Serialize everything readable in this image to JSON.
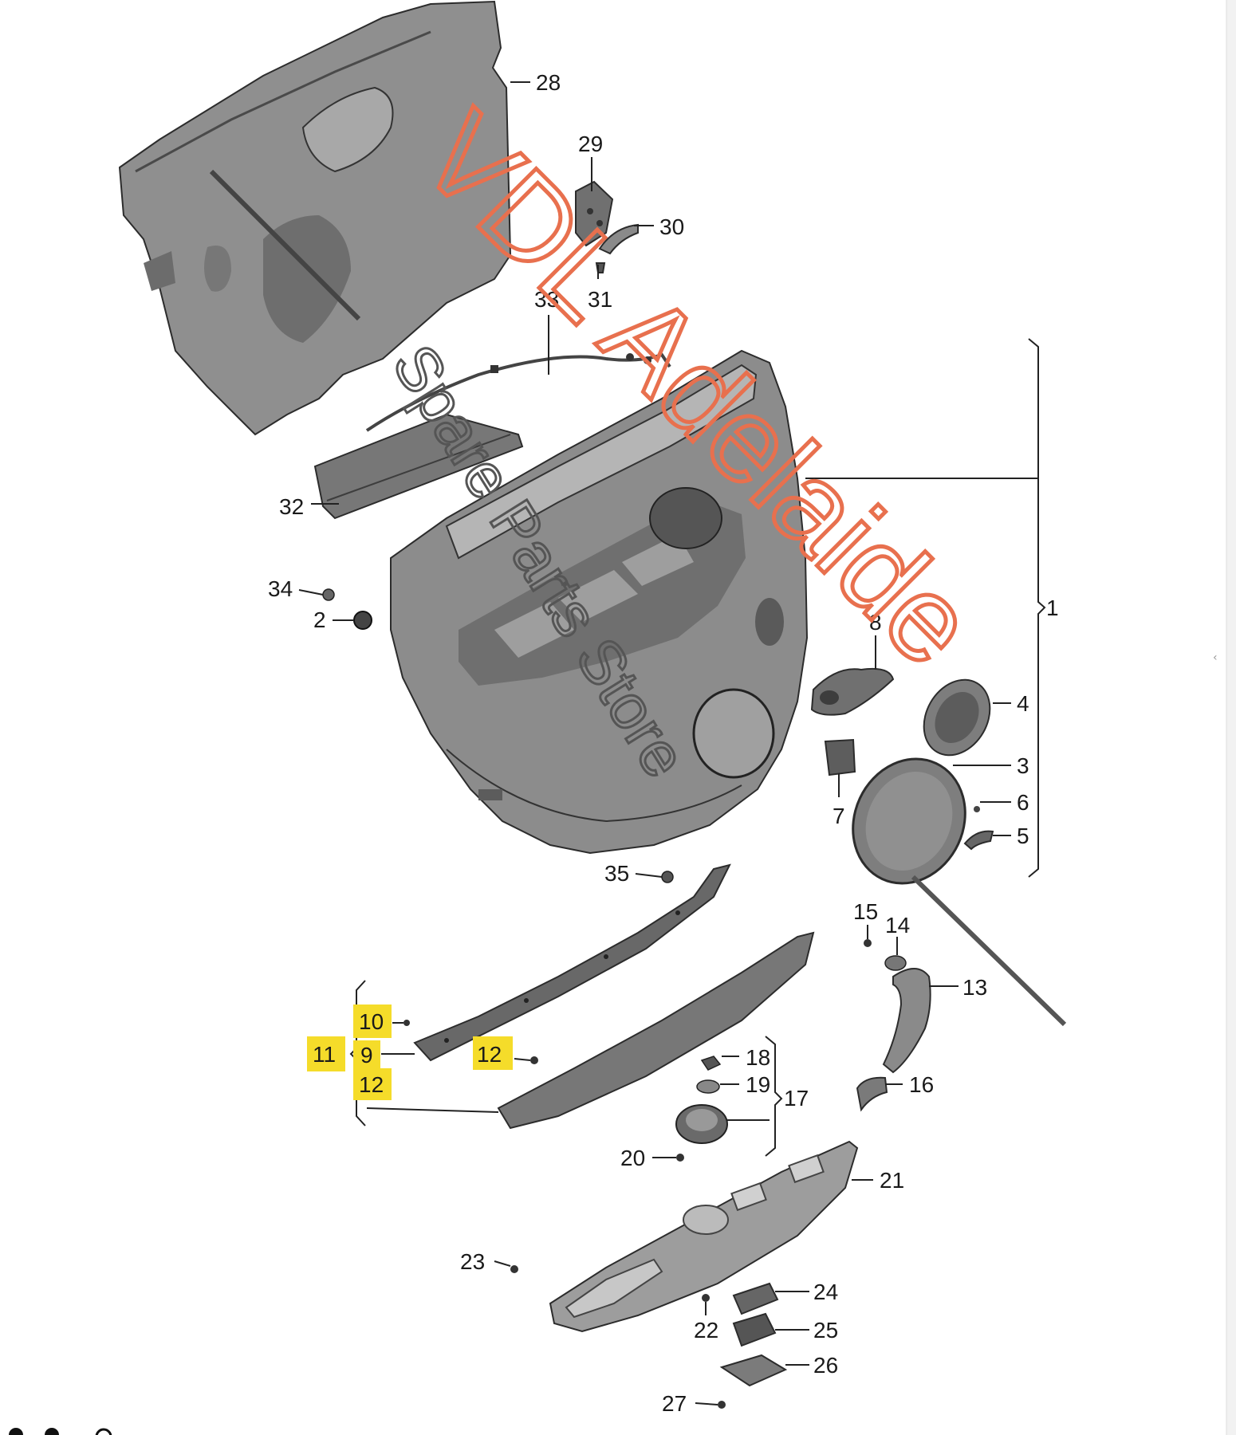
{
  "watermark": {
    "brand": "VDL Adelaide",
    "subtitle": "Spare Parts Store"
  },
  "callouts": {
    "c1": "1",
    "c2": "2",
    "c3": "3",
    "c4": "4",
    "c5": "5",
    "c6": "6",
    "c7": "7",
    "c8": "8",
    "c9": "9",
    "c10": "10",
    "c11": "11",
    "c12a": "12",
    "c12b": "12",
    "c13": "13",
    "c14": "14",
    "c15": "15",
    "c16": "16",
    "c17": "17",
    "c18": "18",
    "c19": "19",
    "c20": "20",
    "c21": "21",
    "c22": "22",
    "c23": "23",
    "c24": "24",
    "c25": "25",
    "c26": "26",
    "c27": "27",
    "c28": "28",
    "c29": "29",
    "c30": "30",
    "c31": "31",
    "c32": "32",
    "c33": "33",
    "c34": "34",
    "c35": "35"
  },
  "colors": {
    "highlight": "#f5dc2a",
    "watermark_orange": "#e8704e",
    "part_fill": "#8f8f8f",
    "part_dark": "#5f5f5f"
  }
}
